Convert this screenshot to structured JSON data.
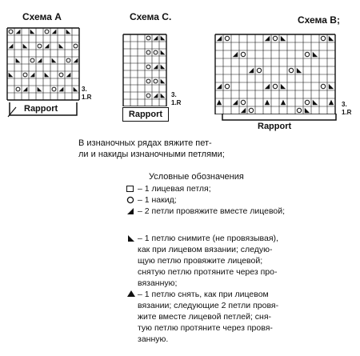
{
  "charts": {
    "a": {
      "title": "Схема А",
      "row_label_top": "3.",
      "row_label_bottom": "1.R",
      "rapport": "Rapport"
    },
    "c": {
      "title": "Схема С.",
      "row_label_top": "3.",
      "row_label_bottom": "1.R",
      "rapport": "Rapport"
    },
    "b": {
      "title": "Схема В;",
      "row_label_top": "3.",
      "row_label_bottom": "1.R",
      "rapport": "Rapport"
    }
  },
  "intro": {
    "line1": "В изнаночных рядах вяжите пет-",
    "line2": "ли и накиды изнаночными петлями;"
  },
  "legend": {
    "title": "Условные обозначения",
    "items": [
      {
        "symbol": "square-icon",
        "lines": [
          "– 1 лицевая петля;"
        ]
      },
      {
        "symbol": "circle-icon",
        "lines": [
          "– 1 накид;"
        ]
      },
      {
        "symbol": "triangle-right-icon",
        "lines": [
          "– 2 петли провяжите вместе лицевой;"
        ]
      },
      {
        "symbol": "triangle-left-icon",
        "lines": [
          "– 1 петлю снимите (не провязывая),",
          "как при лицевом вязании; следую-",
          "щую петлю провяжите лицевой;",
          "снятую петлю протяните через про-",
          "вязанную;"
        ]
      },
      {
        "symbol": "triangle-up-icon",
        "lines": [
          "– 1 петлю снять, как при лицевом",
          "вязании; следующие 2 петли провя-",
          "жите вместе лицевой петлей; сня-",
          "тую петлю протяните через провя-",
          "занную."
        ]
      }
    ]
  },
  "colors": {
    "ink": "#111111",
    "paper": "#ffffff"
  }
}
